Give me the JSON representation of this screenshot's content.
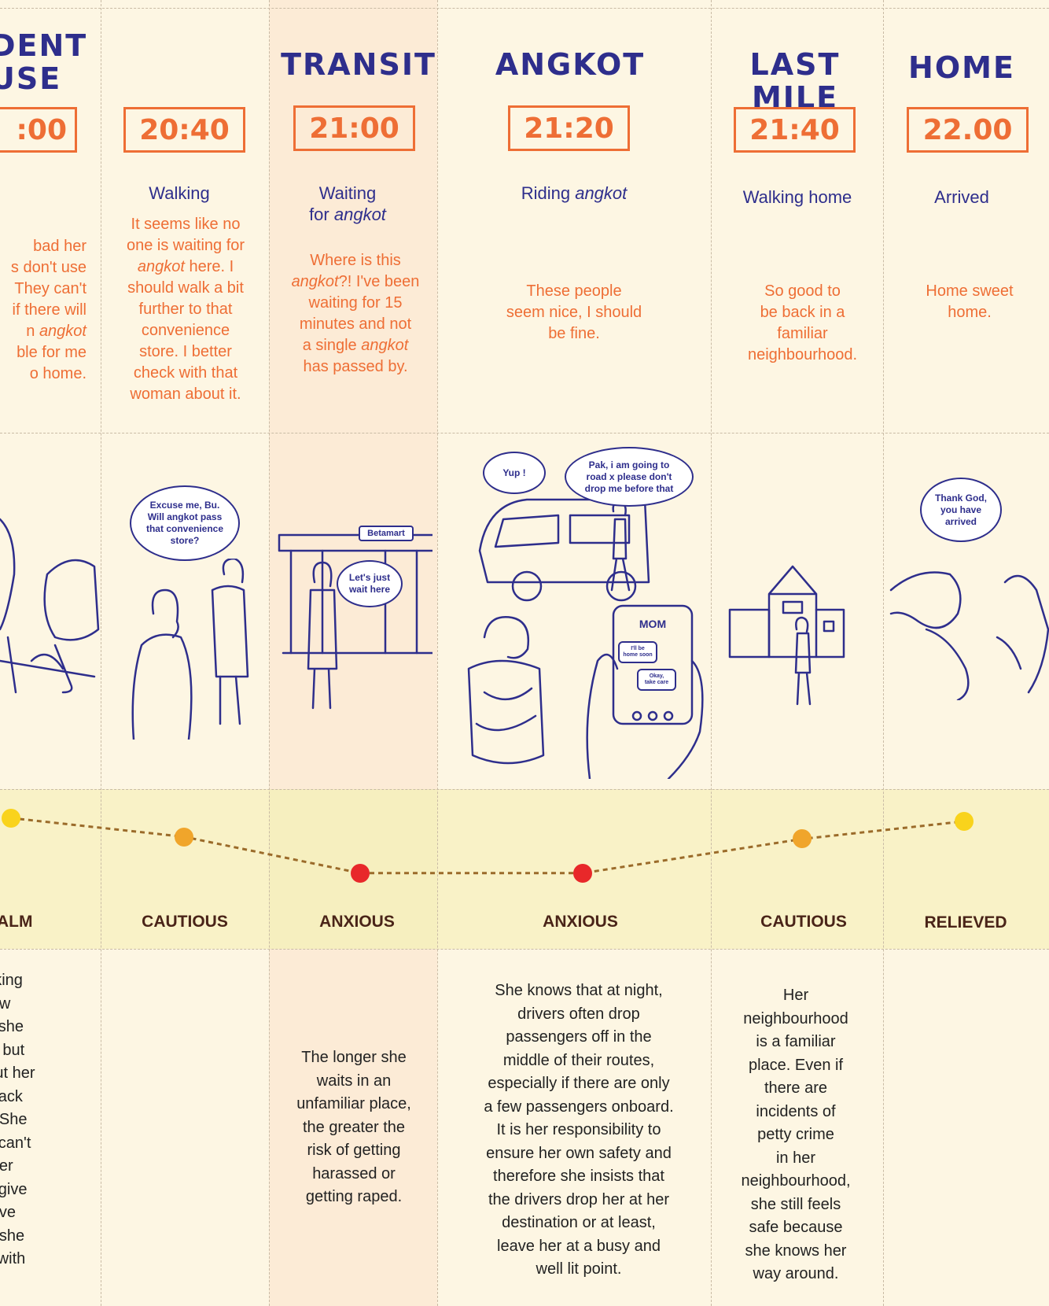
{
  "stages": [
    {
      "title": "DENT\nUSE",
      "time": ":00",
      "activity": "",
      "thought": "bad her\ns don't use\nThey can't\nif there will\nn angkot\nble for me\no home.",
      "emotion": "ALM",
      "note": "working\nh new\nnts, she\nhelp but\nabout her\ney back\nme. She\nshe can't\non her\ns to give\na drive\nand she\nkay with\nhat."
    },
    {
      "title": "",
      "time": "20:40",
      "activity": "Walking",
      "thought": "It seems like no\none is waiting for\nangkot here. I\nshould walk a bit\nfurther to that\nconvenience\nstore. I better\ncheck with that\nwoman about it.",
      "emotion": "CAUTIOUS",
      "note": ""
    },
    {
      "title": "TRANSIT",
      "time": "21:00",
      "activity": "Waiting\nfor angkot",
      "thought": "Where is this\nangkot?! I've been\nwaiting for 15\nminutes and not\na single angkot\nhas passed by.",
      "emotion": "ANXIOUS",
      "note": "The longer she\nwaits in an\nunfamiliar place,\nthe greater the\nrisk of getting\nharassed or\ngetting raped."
    },
    {
      "title": "ANGKOT",
      "time": "21:20",
      "activity": "Riding angkot",
      "thought": "These people\nseem nice, I should\nbe fine.",
      "emotion": "ANXIOUS",
      "note": "She knows that at night,\ndrivers often drop\npassengers off in the\nmiddle of their routes,\nespecially if there are only\na few passengers onboard.\nIt is her responsibility to\nensure her own safety and\ntherefore she insists that\nthe drivers drop her at her\ndestination or at least,\nleave her at a busy and\nwell lit point."
    },
    {
      "title": "LAST MILE",
      "time": "21:40",
      "activity": "Walking home",
      "thought": "So good to\nbe back in a\nfamiliar\nneighbourhood.",
      "emotion": "CAUTIOUS",
      "note": "Her\nneighbourhood\nis a familiar\nplace. Even if\nthere are\nincidents of\npetty crime\nin her\nneighbourhood,\nshe still feels\nsafe because\nshe knows her\nway around."
    },
    {
      "title": "HOME",
      "time": "22.00",
      "activity": "Arrived",
      "thought": "Home sweet\nhome.",
      "emotion": "RELIEVED",
      "note": ""
    }
  ],
  "emotion_levels": [
    0.93,
    0.76,
    0.43,
    0.43,
    0.74,
    0.9
  ],
  "bubbles": {
    "walk": "Excuse me, Bu.\nWill angkot pass\nthat convenience\nstore?",
    "transit": "Let's just\nwait here",
    "store_sign": "Betamart",
    "yup": "Yup !",
    "driver": "Pak, i am going to\nroad x please don't\ndrop me before that",
    "phone_title": "MOM",
    "phone_msg1": "I'll be\nhome soon",
    "phone_msg2": "Okay,\ntake care",
    "home": "Thank God,\nyou have\narrived"
  },
  "colors": {
    "calm": "#f9d31c",
    "cautious": "#f0a52b",
    "anxious": "#e8282a",
    "relieved": "#f9d31c",
    "navy": "#2e2e8c",
    "orange": "#ee6e35"
  }
}
